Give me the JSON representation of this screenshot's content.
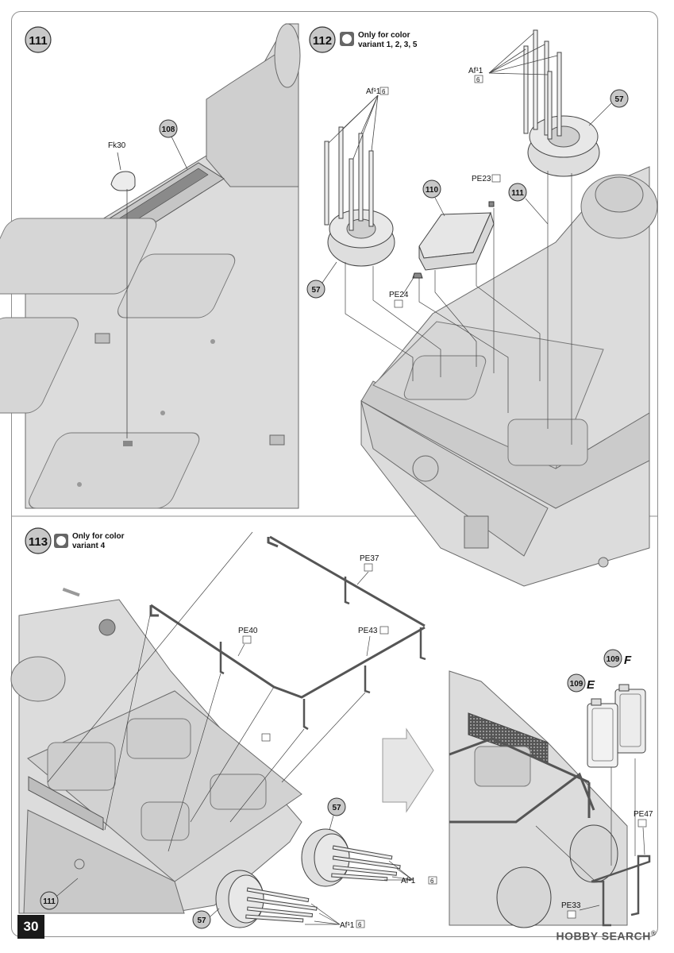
{
  "page": {
    "number": "30"
  },
  "watermark": {
    "brand": "HOBBY SEARCH",
    "symbol": "®"
  },
  "steps": [
    {
      "number": "111",
      "note": ""
    },
    {
      "number": "112",
      "note_line1": "Only for color",
      "note_line2": "variant 1, 2, 3, 5"
    },
    {
      "number": "113",
      "note_line1": "Only for color",
      "note_line2": "variant 4"
    }
  ],
  "parts": {
    "fk30": "Fk30",
    "p108": "108",
    "p57": "57",
    "p110": "110",
    "p111": "111",
    "af1": "Af¹1",
    "six": "6",
    "pe23": "PE23",
    "pe24": "PE24",
    "pe37": "PE37",
    "pe40": "PE40",
    "pe43": "PE43",
    "pe47": "PE47",
    "pe33": "PE33",
    "p109": "109",
    "variantE": "E",
    "variantF": "F"
  },
  "colors": {
    "hull": "#dcdcdc",
    "line": "#5a5a5a",
    "callout": "#c8c8c8",
    "frame_rail": "#6e6e6e"
  }
}
